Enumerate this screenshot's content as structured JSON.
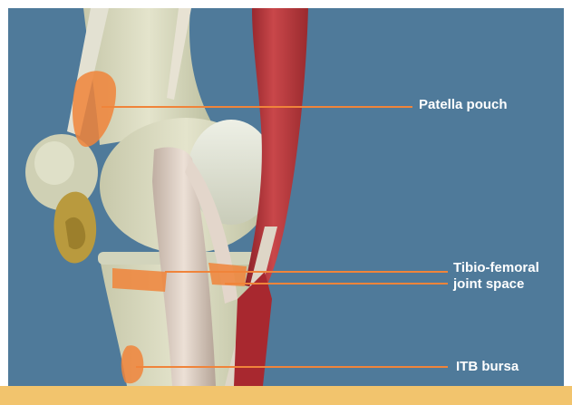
{
  "labels": {
    "patella_pouch": "Patella pouch",
    "tibio_femoral_line1": "Tibio-femoral",
    "tibio_femoral_line2": "joint space",
    "itb_bursa": "ITB bursa"
  },
  "colors": {
    "background": "#4f7a9a",
    "frame": "#ffffff",
    "accent": "#f0843a",
    "bottom_bar": "#f2c46d",
    "bone": "#d7d8bd",
    "muscle": "#b8353a",
    "tendon": "#d9c9bd",
    "fat": "#b99a3e"
  }
}
